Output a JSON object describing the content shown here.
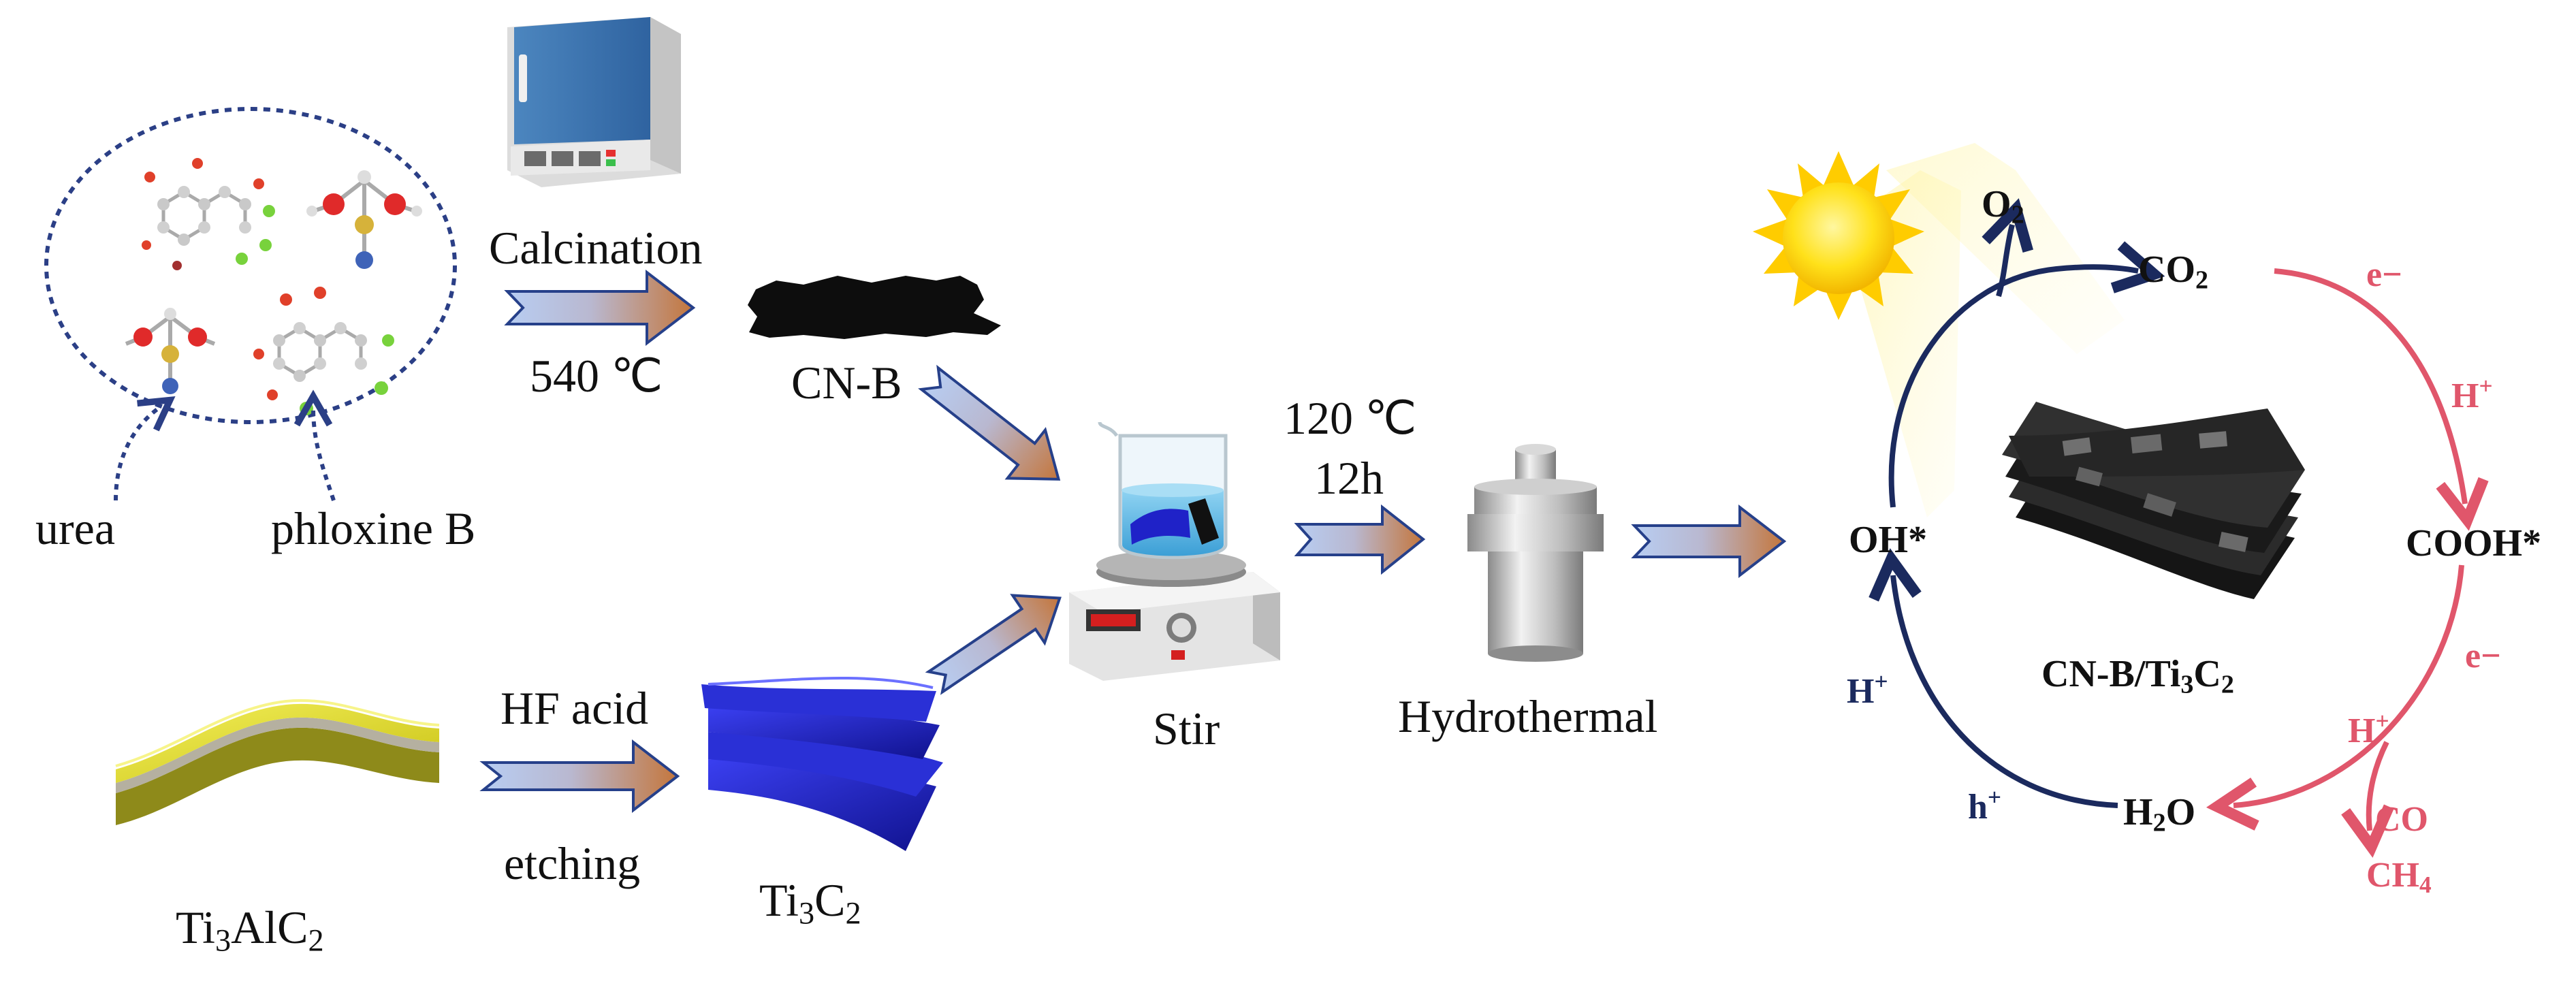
{
  "labels": {
    "urea": "urea",
    "phloxine": "phloxine B",
    "calcination": "Calcination",
    "temp540": "540 ℃",
    "cnb": "CN-B",
    "temp120": "120 ℃",
    "time12": "12h",
    "stir": "Stir",
    "hydrothermal": "Hydrothermal",
    "hf": "HF acid",
    "etching": "etching",
    "ti3alc2": "Ti3AlC2",
    "ti3c2": "Ti3C2",
    "composite": "CN-B/Ti3C2"
  },
  "cycle": {
    "o2": "O2",
    "co2": "CO2",
    "e1": "e−",
    "hplus_right": "H+",
    "cooh": "COOH*",
    "e2": "e−",
    "hplus_right2": "H+",
    "co": "CO",
    "ch4": "CH4",
    "h2o": "H2O",
    "hhole": "h+",
    "hplus_left": "H+",
    "oh": "OH*"
  },
  "colors": {
    "navy": "#1b2a5e",
    "red": "#e0566b",
    "arrow_start": "#a9c4ee",
    "arrow_end": "#c0733a",
    "sun": "#ffd400",
    "sheet_yellow": "#e4e23a",
    "sheet_blue": "#1f22c8",
    "sheet_black": "#222222"
  }
}
